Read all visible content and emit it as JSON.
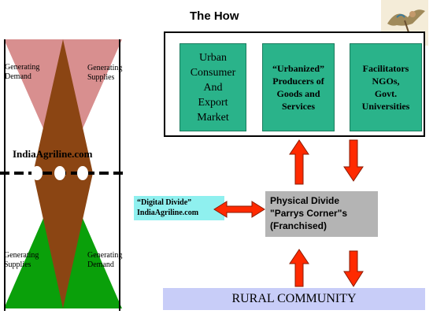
{
  "title": "The How",
  "left_diagram": {
    "top_left_label": "Generating\nDemand",
    "top_right_label": "Generating\nSupplies",
    "bottom_left_label": "Generating\nSupplies",
    "bottom_right_label": "Generating\nDemand",
    "site_name": "IndiaAgriline.com",
    "colors": {
      "pink": "#d88f8f",
      "brown": "#8b4513",
      "green": "#0aa00a"
    }
  },
  "boxes": {
    "urban": "Urban\nConsumer\nAnd\nExport\nMarket",
    "producers": "“Urbanized”\nProducers of\nGoods and\nServices",
    "facilitators": "Facilitators\nNGOs,\nGovt.\nUniversities"
  },
  "digital_divide": "“Digital Divide”\nIndiaAgriline.com",
  "physical_divide": "Physical Divide\n\"Parrys Corner\"s\n(Franchised)",
  "rural": "RURAL COMMUNITY",
  "colors": {
    "box_green": "#2ab38a",
    "arrow_red": "#ff2a00",
    "cyan": "#8ff0ef",
    "gray": "#b4b4b4",
    "lavender": "#c8cdf8"
  },
  "icons": {
    "logo": "winged-figure-icon"
  }
}
